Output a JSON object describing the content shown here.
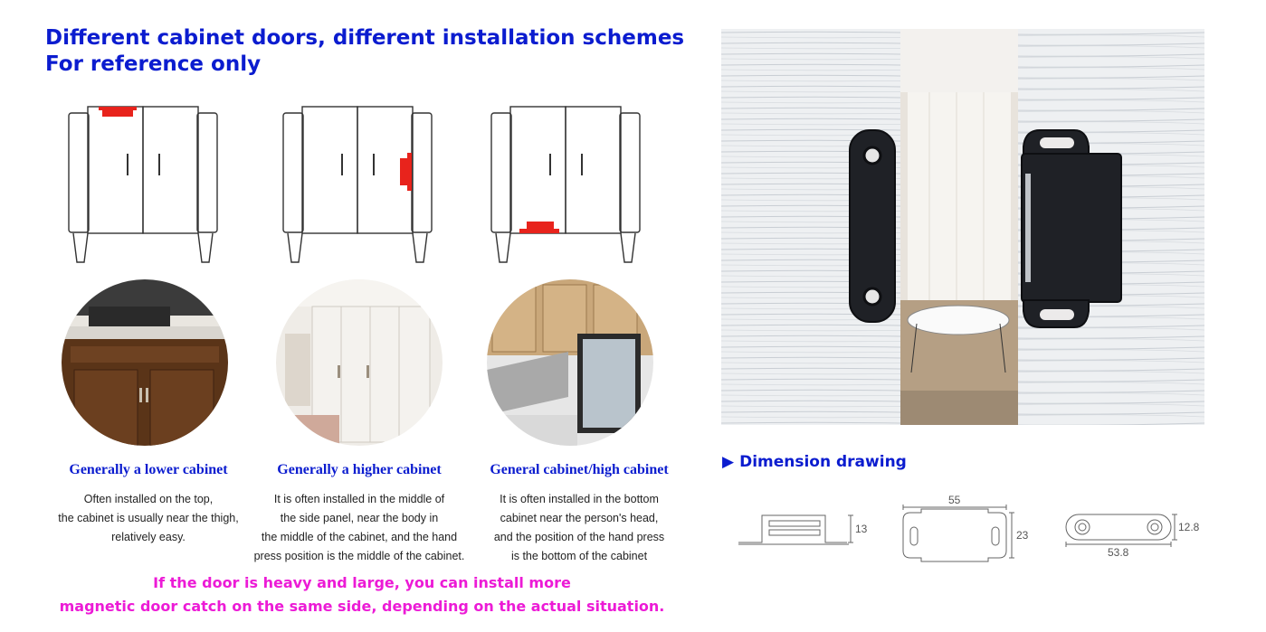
{
  "heading": {
    "line1": "Different cabinet doors, different installation schemes",
    "line2": "For reference only"
  },
  "colors": {
    "heading": "#0b1ccf",
    "note": "#ec1bd6",
    "catch_marker": "#e8231c"
  },
  "schemes": [
    {
      "title": "Generally a lower cabinet",
      "lines": [
        "Often installed on the top,",
        "the cabinet is usually near the thigh,",
        "relatively easy."
      ]
    },
    {
      "title": "Generally a higher cabinet",
      "lines": [
        "It is often installed in the middle of",
        "the side panel, near the body in",
        "the middle of the cabinet, and the hand",
        "press position is the middle of the cabinet."
      ]
    },
    {
      "title": "General cabinet/high cabinet",
      "lines": [
        "It is often installed in the bottom",
        "cabinet near the person's head,",
        "and the position of the hand press",
        "is the bottom of the cabinet"
      ]
    }
  ],
  "note": {
    "line1": "If the door is heavy and large, you can install more",
    "line2": "magnetic door catch on the same side, depending on the actual situation."
  },
  "dimension": {
    "title": "Dimension drawing",
    "side_height": "13",
    "front_width": "55",
    "front_height": "23",
    "plate_height": "12.8",
    "plate_width": "53.8"
  }
}
